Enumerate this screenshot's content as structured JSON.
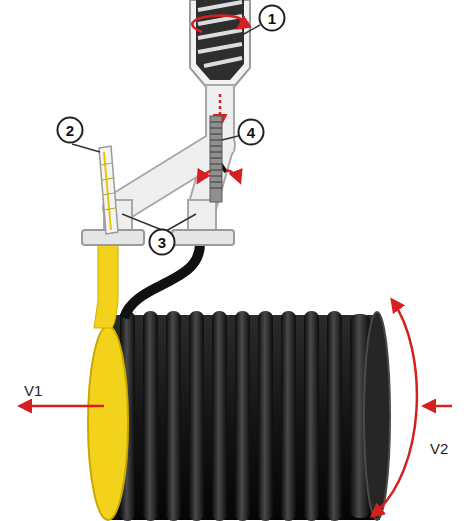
{
  "diagram": {
    "nodes": [
      {
        "text": [
          "1"
        ]
      },
      {
        "text": [
          "2"
        ]
      },
      {
        "text": [
          "4"
        ]
      },
      {
        "text": [
          "3"
        ]
      }
    ],
    "labels": [
      "V1",
      "V2"
    ]
  }
}
